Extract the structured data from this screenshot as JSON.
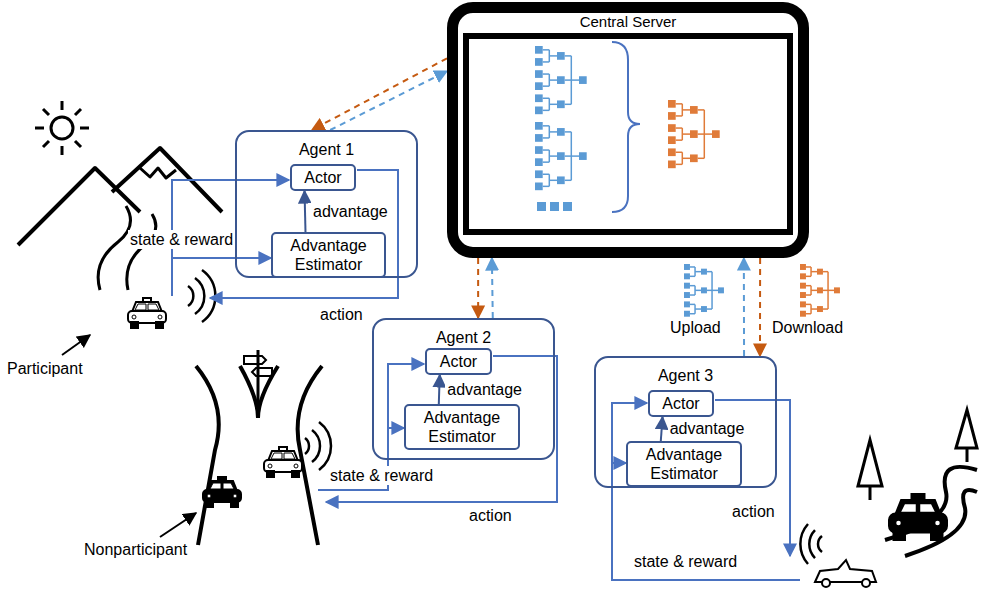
{
  "diagram": {
    "nodes": [
      {
        "text": [
          "Central Server"
        ]
      },
      {
        "text": [
          "Agent 1"
        ]
      },
      {
        "text": [
          "Actor"
        ],
        "in": 1
      },
      {
        "text": [
          "Advantage Estimator"
        ],
        "in": 1
      },
      {
        "text": [
          "Agent 2"
        ]
      },
      {
        "text": [
          "Actor"
        ],
        "in": 4
      },
      {
        "text": [
          "Advantage Estimator"
        ],
        "in": 4
      },
      {
        "text": [
          "Agent 3"
        ]
      },
      {
        "text": [
          "Actor"
        ],
        "in": 7
      },
      {
        "text": [
          "Advantage Estimator"
        ],
        "in": 7
      }
    ],
    "edges": [
      {
        "from": 3,
        "to": 2,
        "label": "advantage",
        "arrow": "to"
      },
      {
        "from": 6,
        "to": 5,
        "label": "advantage",
        "arrow": "to"
      },
      {
        "from": 9,
        "to": 8,
        "label": "advantage",
        "arrow": "to"
      },
      {
        "from": 1,
        "to": 0,
        "arrow": "to"
      },
      {
        "from": 0,
        "to": 1,
        "arrow": "to"
      },
      {
        "from": 4,
        "to": 0,
        "arrow": "to"
      },
      {
        "from": 0,
        "to": 4,
        "arrow": "to"
      },
      {
        "from": 7,
        "to": 0,
        "label": "Upload",
        "arrow": "to"
      },
      {
        "from": 0,
        "to": 7,
        "label": "Download",
        "arrow": "to"
      }
    ],
    "labels": [
      "state & reward",
      "action",
      "Participant",
      "state & reward",
      "action",
      "Nonparticipant",
      "action",
      "state & reward"
    ]
  }
}
